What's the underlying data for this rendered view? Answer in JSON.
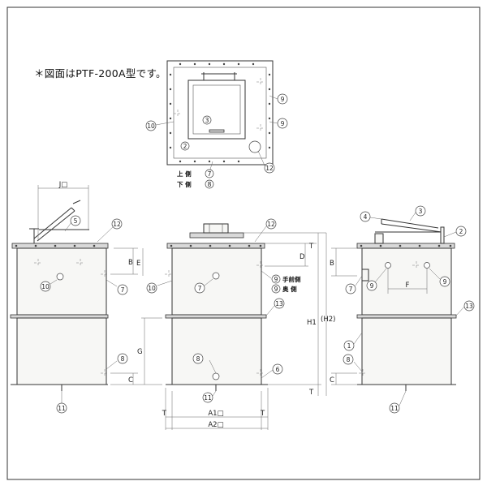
{
  "note": "＊図面はPTF-200A型です。",
  "callouts": {
    "n1": "1",
    "n2": "2",
    "n3": "3",
    "n4": "4",
    "n5": "5",
    "n6": "6",
    "n7": "7",
    "n8": "8",
    "n9": "9",
    "n10": "10",
    "n11": "11",
    "n12": "12",
    "n13": "13"
  },
  "top_view": {
    "upper_side": "上 側",
    "lower_side": "下 側"
  },
  "front_view": {
    "hand_side": "手前側",
    "back_side": "奥 側"
  },
  "dimensions": {
    "J": "J□",
    "B": "B",
    "E": "E",
    "G": "G",
    "C": "C",
    "D": "D",
    "T": "T",
    "H1": "H1",
    "H2": "(H2)",
    "A1": "A1□",
    "A2": "A2□",
    "F": "F"
  }
}
